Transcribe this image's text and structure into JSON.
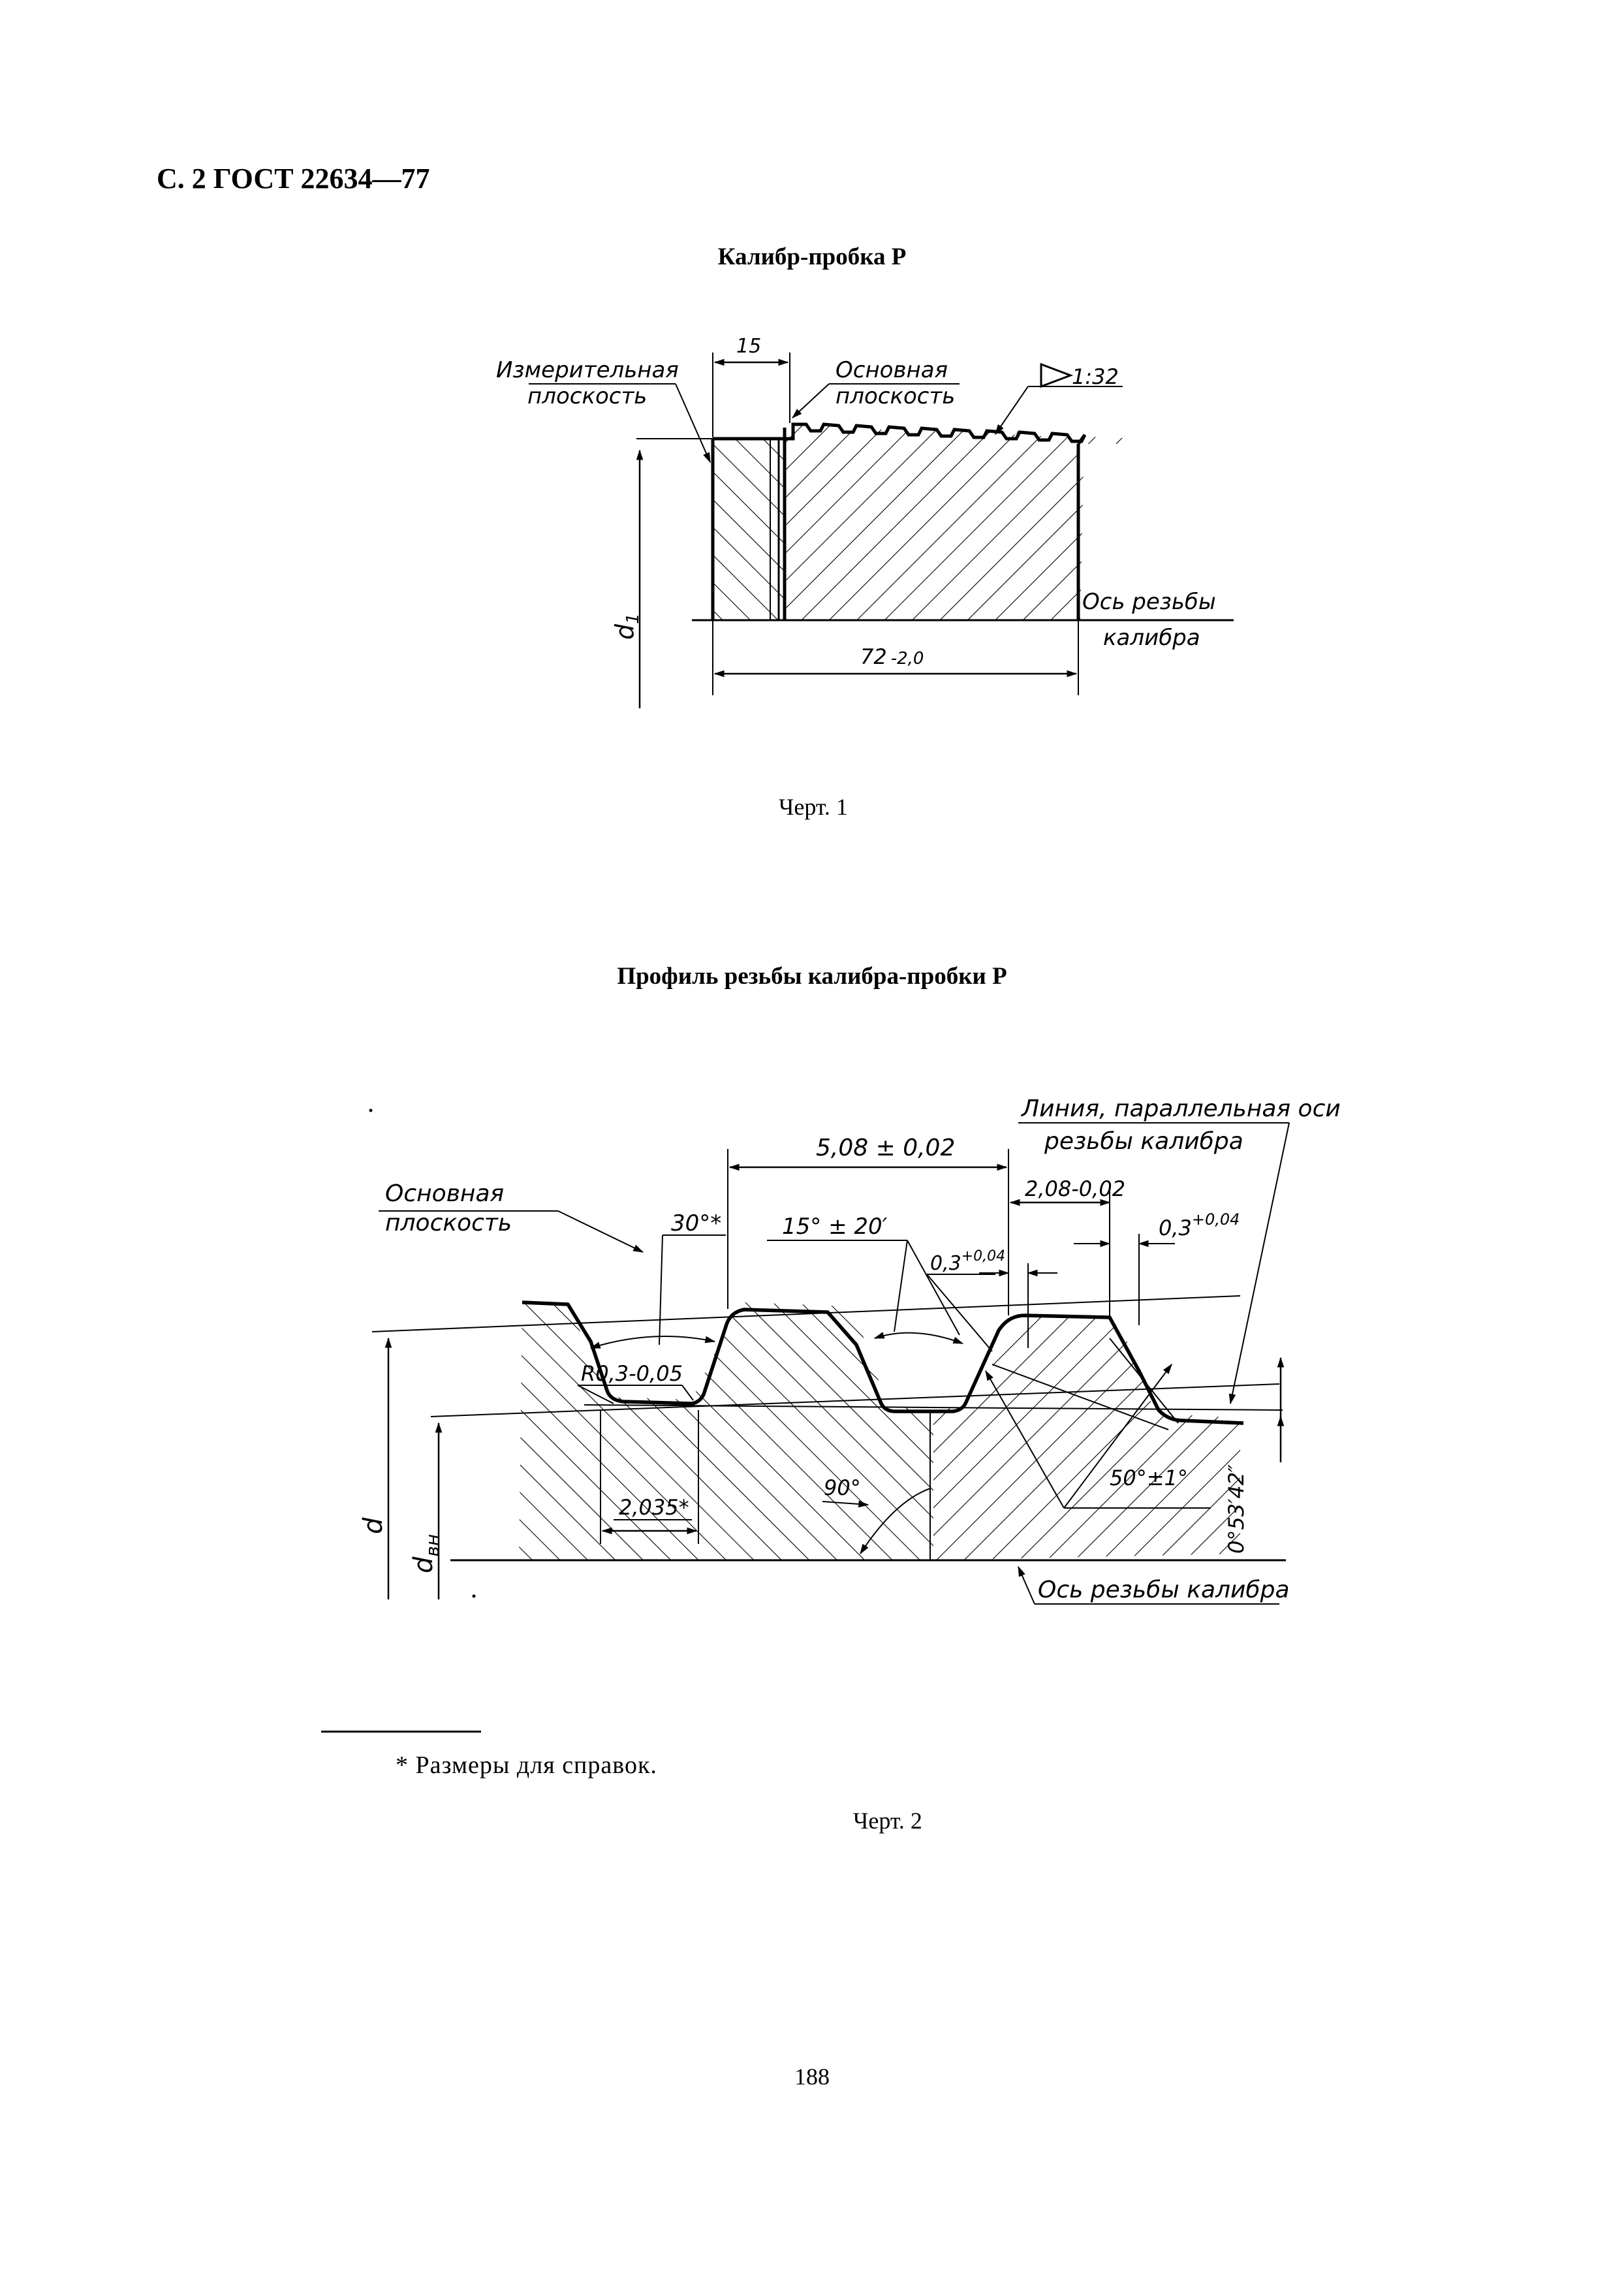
{
  "page": {
    "header": "С. 2 ГОСТ 22634—77",
    "page_number": "188"
  },
  "figure1": {
    "title": "Калибр-пробка Р",
    "caption": "Черт. 1",
    "labels": {
      "measuring_plane_1": "Измерительная",
      "measuring_plane_2": "плоскость",
      "base_plane_1": "Основная",
      "base_plane_2": "плоскость",
      "dim_15": "15",
      "taper": "1:32",
      "axis_1": "Ось резьбы",
      "axis_2": "калибра",
      "length": "72",
      "length_tol": "-2,0",
      "d1": "d",
      "d1_sub": "1"
    }
  },
  "figure2": {
    "title": "Профиль резьбы калибра-пробки Р",
    "caption": "Черт. 2",
    "labels": {
      "parallel_line_1": "Линия, параллельная оси",
      "parallel_line_2": "резьбы калибра",
      "pitch": "5,08 ± 0,02",
      "base_plane_1": "Основная",
      "base_plane_2": "плоскость",
      "angle_30": "30°*",
      "half_angle": "15° ± 20′",
      "crest_width": "2,08-0,02",
      "flat_03_right": "0,3",
      "flat_03_right_tol": "+0,04",
      "flat_03_mid": "0,3",
      "flat_03_mid_tol": "+0,04",
      "radius": "R0,3-0,05",
      "width_2035": "2,035*",
      "angle_90": "90°",
      "angle_50": "50°±1°",
      "taper_angle": "0°53′42″",
      "axis": "Ось резьбы калибра",
      "d": "d",
      "d_inner": "d",
      "d_inner_sub": "вн"
    }
  },
  "footnote": {
    "text": "* Размеры для справок."
  }
}
